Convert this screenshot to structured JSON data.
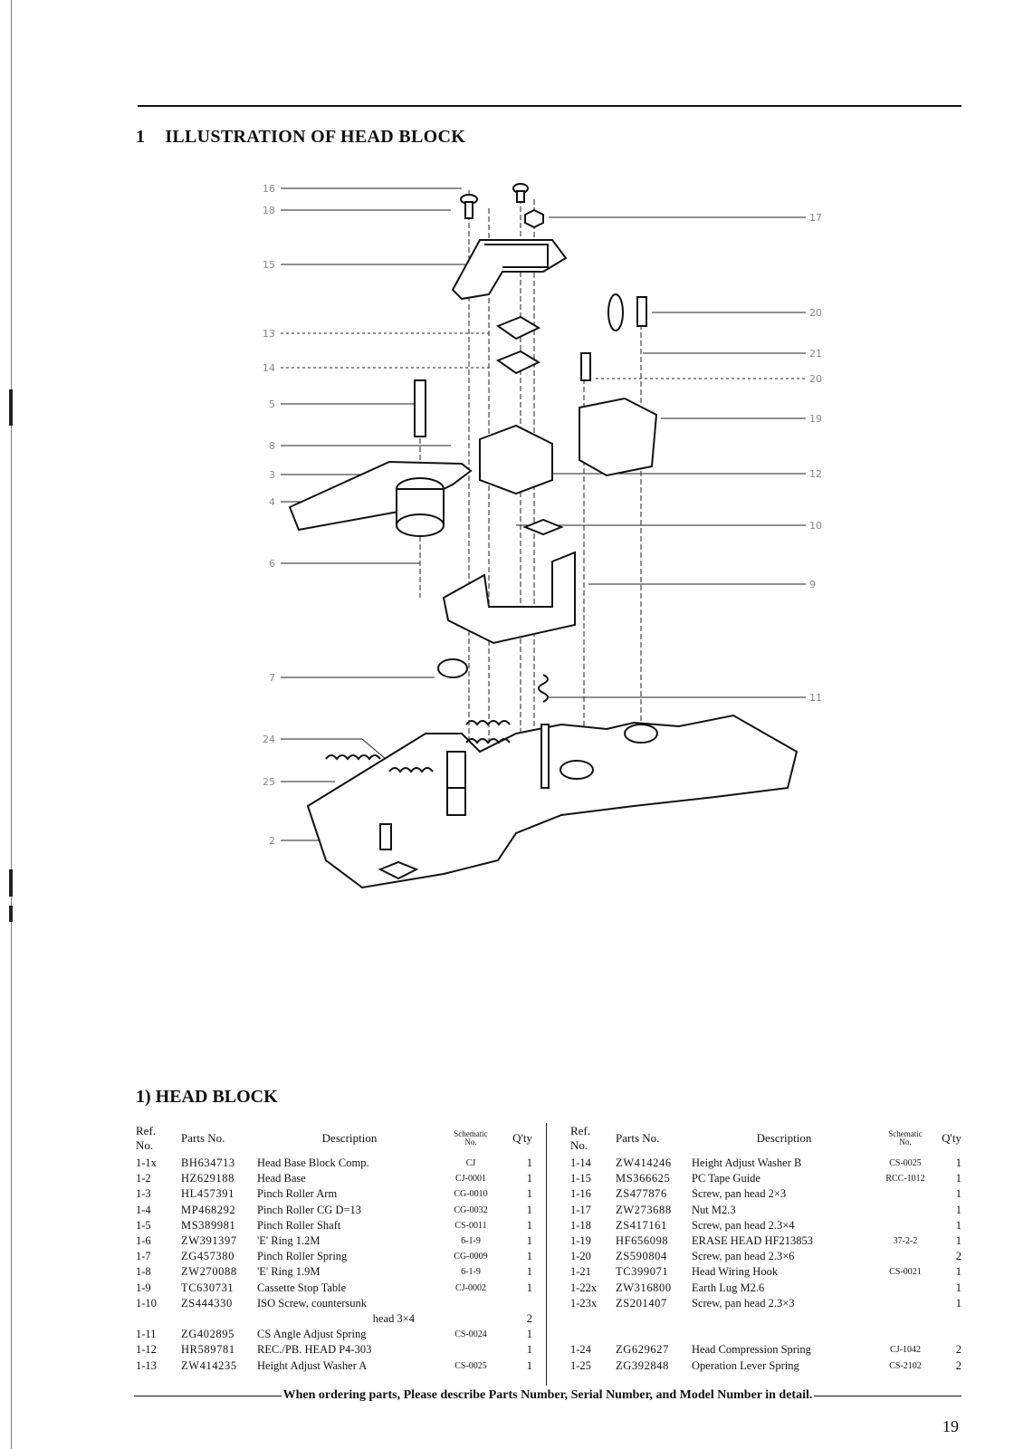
{
  "section": {
    "number": "1",
    "title": "ILLUSTRATION OF HEAD BLOCK"
  },
  "diagram": {
    "callouts_left": [
      "16",
      "18",
      "15",
      "13",
      "14",
      "5",
      "8",
      "3",
      "4",
      "6",
      "7",
      "24",
      "25",
      "2"
    ],
    "callouts_right": [
      "17",
      "20",
      "21",
      "20",
      "19",
      "12",
      "10",
      "9",
      "11"
    ]
  },
  "subsection": {
    "title": "1) HEAD BLOCK"
  },
  "table": {
    "headers": {
      "ref_line1": "Ref.",
      "ref_line2": "No.",
      "parts": "Parts No.",
      "desc": "Description",
      "sch_line1": "Schematic",
      "sch_line2": "No.",
      "qty": "Q'ty"
    },
    "left_rows": [
      {
        "ref": "1-1x",
        "part": "BH634713",
        "desc": "Head Base Block Comp.",
        "sch": "CJ",
        "qty": "1"
      },
      {
        "ref": "1-2",
        "part": "HZ629188",
        "desc": "Head Base",
        "sch": "CJ-0001",
        "qty": "1"
      },
      {
        "ref": "1-3",
        "part": "HL457391",
        "desc": "Pinch Roller Arm",
        "sch": "CG-0010",
        "qty": "1"
      },
      {
        "ref": "1-4",
        "part": "MP468292",
        "desc": "Pinch Roller CG D=13",
        "sch": "CG-0032",
        "qty": "1"
      },
      {
        "ref": "1-5",
        "part": "MS389981",
        "desc": "Pinch Roller Shaft",
        "sch": "CS-0011",
        "qty": "1"
      },
      {
        "ref": "1-6",
        "part": "ZW391397",
        "desc": "'E' Ring 1.2M",
        "sch": "6-1-9",
        "qty": "1"
      },
      {
        "ref": "1-7",
        "part": "ZG457380",
        "desc": "Pinch Roller Spring",
        "sch": "CG-0009",
        "qty": "1"
      },
      {
        "ref": "1-8",
        "part": "ZW270088",
        "desc": "'E' Ring 1.9M",
        "sch": "6-1-9",
        "qty": "1"
      },
      {
        "ref": "1-9",
        "part": "TC630731",
        "desc": "Cassette Stop Table",
        "sch": "CJ-0002",
        "qty": "1"
      },
      {
        "ref": "1-10",
        "part": "ZS444330",
        "desc": "ISO Screw, countersunk",
        "sch": "",
        "qty": ""
      },
      {
        "ref": "",
        "part": "",
        "desc": "head 3×4",
        "sch": "",
        "qty": "2",
        "cont": true
      },
      {
        "ref": "1-11",
        "part": "ZG402895",
        "desc": "CS Angle Adjust Spring",
        "sch": "CS-0024",
        "qty": "1"
      },
      {
        "ref": "1-12",
        "part": "HR589781",
        "desc": "REC./PB. HEAD P4-303",
        "sch": "",
        "qty": "1"
      },
      {
        "ref": "1-13",
        "part": "ZW414235",
        "desc": "Height Adjust Washer A",
        "sch": "CS-0025",
        "qty": "1"
      }
    ],
    "right_rows": [
      {
        "ref": "1-14",
        "part": "ZW414246",
        "desc": "Height Adjust Washer B",
        "sch": "CS-0025",
        "qty": "1"
      },
      {
        "ref": "1-15",
        "part": "MS366625",
        "desc": "PC Tape Guide",
        "sch": "RCC-1012",
        "qty": "1"
      },
      {
        "ref": "1-16",
        "part": "ZS477876",
        "desc": "Screw, pan head 2×3",
        "sch": "",
        "qty": "1"
      },
      {
        "ref": "1-17",
        "part": "ZW273688",
        "desc": "Nut M2.3",
        "sch": "",
        "qty": "1"
      },
      {
        "ref": "1-18",
        "part": "ZS417161",
        "desc": "Screw, pan head 2.3×4",
        "sch": "",
        "qty": "1"
      },
      {
        "ref": "1-19",
        "part": "HF656098",
        "desc": "ERASE HEAD HF213853",
        "sch": "37-2-2",
        "qty": "1"
      },
      {
        "ref": "1-20",
        "part": "ZS590804",
        "desc": "Screw, pan head 2.3×6",
        "sch": "",
        "qty": "2"
      },
      {
        "ref": "1-21",
        "part": "TC399071",
        "desc": "Head Wiring Hook",
        "sch": "CS-0021",
        "qty": "1"
      },
      {
        "ref": "1-22x",
        "part": "ZW316800",
        "desc": "Earth Lug M2.6",
        "sch": "",
        "qty": "1"
      },
      {
        "ref": "1-23x",
        "part": "ZS201407",
        "desc": "Screw, pan head 2.3×3",
        "sch": "",
        "qty": "1"
      },
      {
        "ref": "",
        "part": "",
        "desc": "",
        "sch": "",
        "qty": ""
      },
      {
        "ref": "",
        "part": "",
        "desc": "",
        "sch": "",
        "qty": ""
      },
      {
        "ref": "1-24",
        "part": "ZG629627",
        "desc": "Head Compression Spring",
        "sch": "CJ-1042",
        "qty": "2"
      },
      {
        "ref": "1-25",
        "part": "ZG392848",
        "desc": "Operation Lever Spring",
        "sch": "CS-2102",
        "qty": "2"
      }
    ]
  },
  "order_note": "When ordering parts, Please describe Parts Number, Serial Number, and Model Number in detail.",
  "page_number": "19"
}
